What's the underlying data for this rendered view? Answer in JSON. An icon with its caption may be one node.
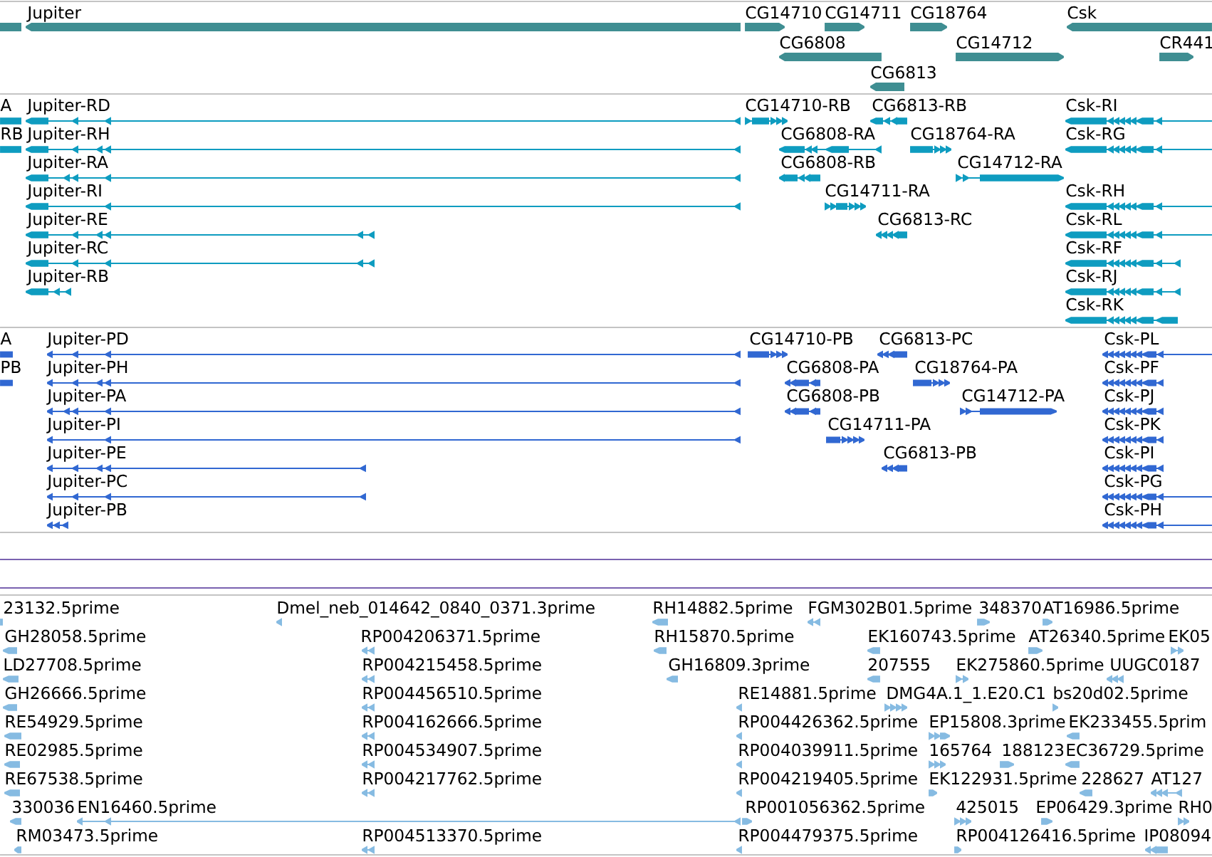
{
  "diagram": {
    "nodes": [
      {
        "text": [],
        "shape": "bar"
      },
      {
        "text": [
          "Jupiter"
        ]
      },
      {
        "text": [
          "CG14710"
        ]
      },
      {
        "text": [
          "CG14711"
        ]
      },
      {
        "text": [
          "CG18764"
        ]
      },
      {
        "text": [
          "Csk"
        ]
      },
      {
        "text": [
          "CG6808"
        ]
      },
      {
        "text": [
          "CG14712"
        ]
      },
      {
        "text": [
          "CR441"
        ]
      },
      {
        "text": [
          "CG6813"
        ]
      },
      {
        "text": [
          "A"
        ]
      },
      {
        "text": [
          "Jupiter-RD"
        ]
      },
      {
        "text": [
          "CG14710-RB"
        ]
      },
      {
        "text": [
          "CG6813-RB"
        ]
      },
      {
        "text": [
          "Csk-RI"
        ]
      },
      {
        "text": [
          "RB"
        ]
      },
      {
        "text": [
          "Jupiter-RH"
        ]
      },
      {
        "text": [
          "CG6808-RA"
        ]
      },
      {
        "text": [
          "CG18764-RA"
        ]
      },
      {
        "text": [
          "Csk-RG"
        ]
      },
      {
        "text": [
          "Jupiter-RA"
        ]
      },
      {
        "text": [
          "CG6808-RB"
        ]
      },
      {
        "text": [
          "CG14712-RA"
        ]
      },
      {
        "text": [
          "Jupiter-RI"
        ]
      },
      {
        "text": [
          "CG14711-RA"
        ]
      },
      {
        "text": [
          "Csk-RH"
        ]
      },
      {
        "text": [
          "Jupiter-RE"
        ]
      },
      {
        "text": [
          "CG6813-RC"
        ]
      },
      {
        "text": [
          "Csk-RL"
        ]
      },
      {
        "text": [
          "Jupiter-RC"
        ]
      },
      {
        "text": [
          "Csk-RF"
        ]
      },
      {
        "text": [
          "Jupiter-RB"
        ]
      },
      {
        "text": [
          "Csk-RJ"
        ]
      },
      {
        "text": [
          "Csk-RK"
        ]
      },
      {
        "text": [
          "A"
        ]
      },
      {
        "text": [
          "Jupiter-PD"
        ]
      },
      {
        "text": [
          "CG14710-PB"
        ]
      },
      {
        "text": [
          "CG6813-PC"
        ]
      },
      {
        "text": [
          "Csk-PL"
        ]
      },
      {
        "text": [
          "PB"
        ]
      },
      {
        "text": [
          "Jupiter-PH"
        ]
      },
      {
        "text": [
          "CG6808-PA"
        ]
      },
      {
        "text": [
          "CG18764-PA"
        ]
      },
      {
        "text": [
          "Csk-PF"
        ]
      },
      {
        "text": [
          "Jupiter-PA"
        ]
      },
      {
        "text": [
          "CG6808-PB"
        ]
      },
      {
        "text": [
          "CG14712-PA"
        ]
      },
      {
        "text": [
          "Csk-PJ"
        ]
      },
      {
        "text": [
          "Jupiter-PI"
        ]
      },
      {
        "text": [
          "CG14711-PA"
        ]
      },
      {
        "text": [
          "Csk-PK"
        ]
      },
      {
        "text": [
          "Jupiter-PE"
        ]
      },
      {
        "text": [
          "CG6813-PB"
        ]
      },
      {
        "text": [
          "Csk-PI"
        ]
      },
      {
        "text": [
          "Jupiter-PC"
        ]
      },
      {
        "text": [
          "Csk-PG"
        ]
      },
      {
        "text": [
          "Jupiter-PB"
        ]
      },
      {
        "text": [
          "Csk-PH"
        ]
      },
      {
        "text": [
          "23132.5prime"
        ]
      },
      {
        "text": [
          "Dmel_neb_014642_0840_0371.3prime"
        ]
      },
      {
        "text": [
          "RH14882.5prime"
        ]
      },
      {
        "text": [
          "FGM302B01.5prime"
        ]
      },
      {
        "text": [
          "348370"
        ]
      },
      {
        "text": [
          "AT16986.5prime"
        ]
      },
      {
        "text": [
          "GH28058.5prime"
        ]
      },
      {
        "text": [
          "RP004206371.5prime"
        ]
      },
      {
        "text": [
          "RH15870.5prime"
        ]
      },
      {
        "text": [
          "EK160743.5prime"
        ]
      },
      {
        "text": [
          "AT26340.5prime"
        ]
      },
      {
        "text": [
          "EK05"
        ]
      },
      {
        "text": [
          "LD27708.5prime"
        ]
      },
      {
        "text": [
          "RP004215458.5prime"
        ]
      },
      {
        "text": [
          "GH16809.3prime"
        ]
      },
      {
        "text": [
          "207555"
        ]
      },
      {
        "text": [
          "EK275860.5prime"
        ]
      },
      {
        "text": [
          "UUGC0187"
        ]
      },
      {
        "text": [
          "GH26666.5prime"
        ]
      },
      {
        "text": [
          "RP004456510.5prime"
        ]
      },
      {
        "text": [
          "RE14881.5prime"
        ]
      },
      {
        "text": [
          "DMG4A.1_1.E20.C1"
        ]
      },
      {
        "text": [
          "bs20d02.5prime"
        ]
      },
      {
        "text": [
          "RE54929.5prime"
        ]
      },
      {
        "text": [
          "RP004162666.5prime"
        ]
      },
      {
        "text": [
          "RP004426362.5prime"
        ]
      },
      {
        "text": [
          "EP15808.3prime"
        ]
      },
      {
        "text": [
          "EK233455.5prim"
        ]
      },
      {
        "text": [
          "RE02985.5prime"
        ]
      },
      {
        "text": [
          "RP004534907.5prime"
        ]
      },
      {
        "text": [
          "RP004039911.5prime"
        ]
      },
      {
        "text": [
          "165764"
        ]
      },
      {
        "text": [
          "188123"
        ]
      },
      {
        "text": [
          "EC36729.5prime"
        ]
      },
      {
        "text": [
          "RE67538.5prime"
        ]
      },
      {
        "text": [
          "RP004217762.5prime"
        ]
      },
      {
        "text": [
          "RP004219405.5prime"
        ]
      },
      {
        "text": [
          "EK122931.5prime"
        ]
      },
      {
        "text": [
          "228627"
        ]
      },
      {
        "text": [
          "AT127"
        ]
      },
      {
        "text": [
          "330036"
        ]
      },
      {
        "text": [
          "EN16460.5prime"
        ]
      },
      {
        "text": [
          "RP001056362.5prime"
        ]
      },
      {
        "text": [
          "425015"
        ]
      },
      {
        "text": [
          "EP06429.3prime"
        ]
      },
      {
        "text": [
          "RH0"
        ]
      },
      {
        "text": [
          "RM03473.5prime"
        ]
      },
      {
        "text": [
          "RP004513370.5prime"
        ]
      },
      {
        "text": [
          "RP004479375.5prime"
        ]
      },
      {
        "text": [
          "RP004126416.5prime"
        ]
      },
      {
        "text": [
          "IP08094"
        ]
      }
    ]
  }
}
